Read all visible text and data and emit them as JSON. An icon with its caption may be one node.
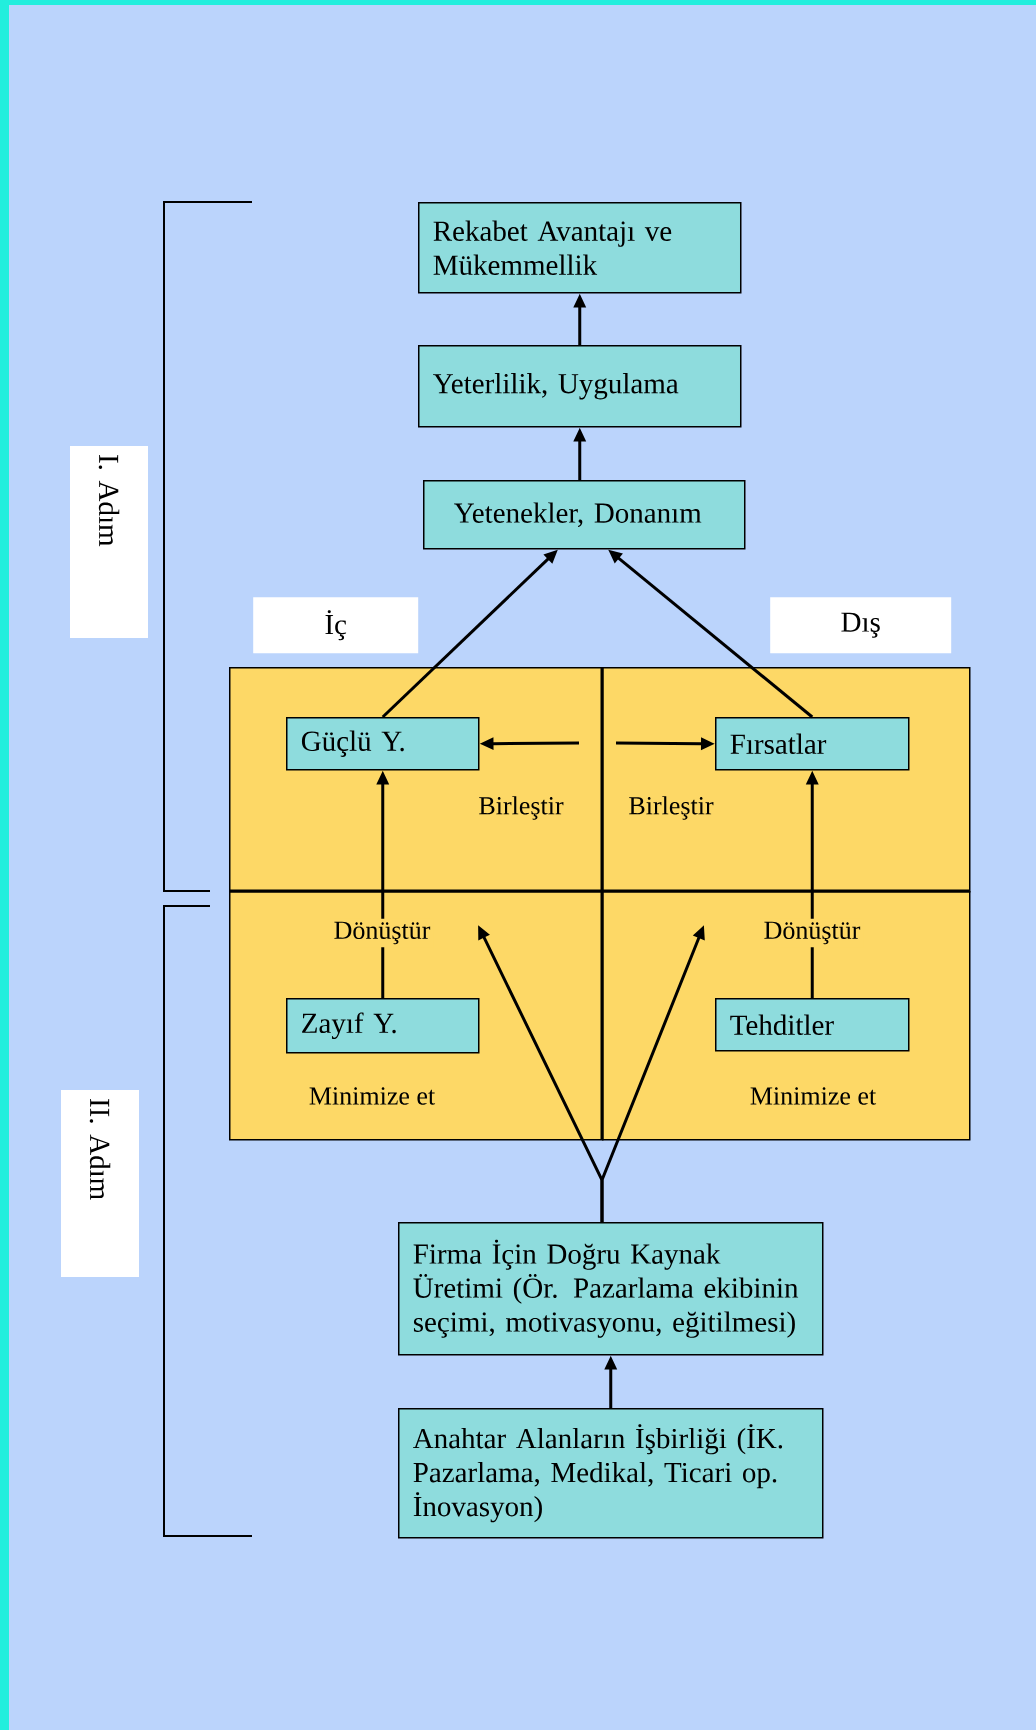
{
  "diagram": {
    "nodes": [
      {
        "text": [
          "Rekabet Avantajı ve Mükemmellik"
        ]
      },
      {
        "text": [
          "Yeterlilik, Uygulama"
        ]
      },
      {
        "text": [
          "I. Adım"
        ]
      },
      {
        "text": [
          "Yetenekler, Donanım"
        ]
      },
      {
        "text": [
          "İç"
        ]
      },
      {
        "text": [
          "Dış"
        ]
      },
      {
        "text": [
          "Birleştir"
        ]
      },
      {
        "text": [
          "Güçlü Y."
        ],
        "in": 6
      },
      {
        "text": [
          "Birleştir"
        ]
      },
      {
        "text": [
          "Fırsatlar"
        ],
        "in": 8
      },
      {
        "text": [
          "Minimize et"
        ]
      },
      {
        "text": [
          "Zayıf Y."
        ],
        "in": 10
      },
      {
        "text": [
          "Minimize et"
        ]
      },
      {
        "text": [
          "Tehditler"
        ],
        "in": 12
      },
      {
        "text": [
          "II. Adım"
        ]
      },
      {
        "text": [
          "Firma İçin Doğru Kaynak Üretimi (Ör. Pazarlama ekibinin seçimi, motivasyonu, eğitilmesi)"
        ]
      },
      {
        "text": [
          "Anahtar Alanların İşbirliği (İK. Pazarlama, Medikal, Ticari op. İnovasyon)"
        ]
      }
    ],
    "edges": [
      {
        "from": 1,
        "to": 0,
        "arrow": "to"
      },
      {
        "from": 3,
        "to": 1,
        "arrow": "to"
      },
      {
        "from": 7,
        "to": 3,
        "arrow": "to"
      },
      {
        "from": 9,
        "to": 3,
        "arrow": "to"
      },
      {
        "from": null,
        "to": 7,
        "arrow": "to"
      },
      {
        "from": null,
        "to": 9,
        "arrow": "to"
      },
      {
        "from": 11,
        "to": 7,
        "arrow": "to",
        "label": "Dönüştür"
      },
      {
        "from": 13,
        "to": 9,
        "arrow": "to",
        "label": "Dönüştür"
      },
      {
        "from": 15,
        "to": null,
        "arrow": "to"
      },
      {
        "from": 15,
        "to": null,
        "arrow": "to"
      },
      {
        "from": 16,
        "to": 15,
        "arrow": "to"
      }
    ]
  }
}
